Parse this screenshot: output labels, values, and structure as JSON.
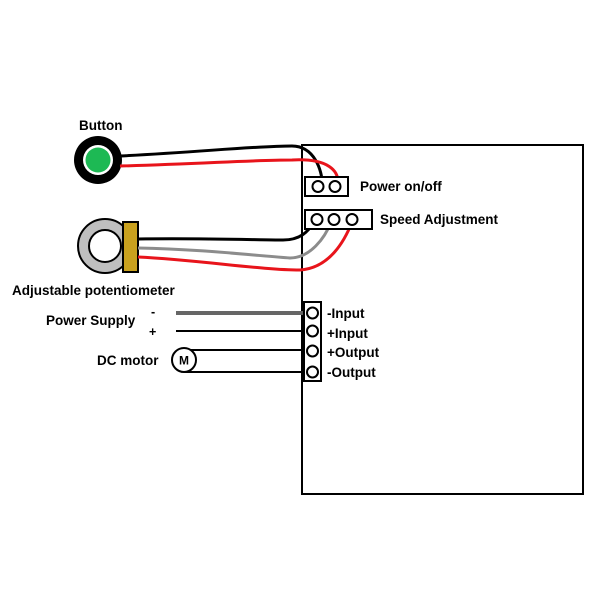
{
  "labels": {
    "button": "Button",
    "potentiometer": "Adjustable potentiometer",
    "power_supply": "Power Supply",
    "ps_minus": "-",
    "ps_plus": "+",
    "dc_motor": "DC motor",
    "motor_symbol": "M",
    "power_on_off": "Power on/off",
    "speed_adjustment": "Speed Adjustment",
    "terminals": [
      "-Input",
      "+Input",
      "+Output",
      "-Output"
    ]
  },
  "colors": {
    "wire_black": "#000000",
    "wire_red": "#e8141b",
    "wire_gray": "#8c8c8c",
    "supply_negative": "#666666",
    "button_cap": "#1db954",
    "knob_ring": "#bfbfbf",
    "pot_body": "#c9a11e"
  },
  "icons": [
    "push-button-icon",
    "potentiometer-icon",
    "motor-icon"
  ]
}
